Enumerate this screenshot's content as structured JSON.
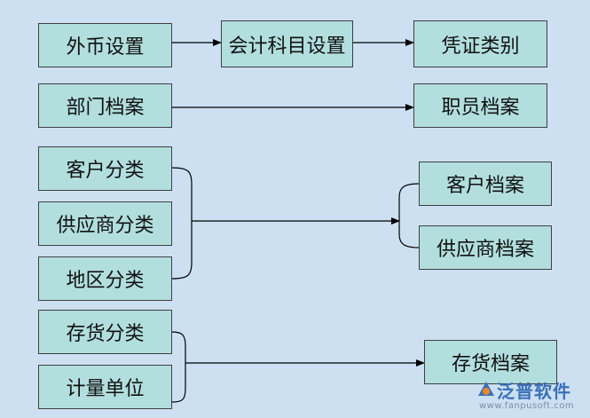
{
  "nodes": {
    "foreign_currency": "外币设置",
    "account_subjects": "会计科目设置",
    "voucher_types": "凭证类别",
    "department_archive": "部门档案",
    "staff_archive": "职员档案",
    "customer_category": "客户分类",
    "supplier_category": "供应商分类",
    "region_category": "地区分类",
    "customer_archive": "客户档案",
    "supplier_archive": "供应商档案",
    "inventory_category": "存货分类",
    "measurement_unit": "计量单位",
    "inventory_archive": "存货档案"
  },
  "logo": {
    "name": "泛普软件",
    "url": "www.fanpusoft.com"
  },
  "colors": {
    "background": "#cce0f2",
    "box_fill": "#b2dede",
    "box_border": "#404040",
    "line": "#000000",
    "logo_blue": "#3a70b8",
    "logo_orange": "#e8882a"
  }
}
